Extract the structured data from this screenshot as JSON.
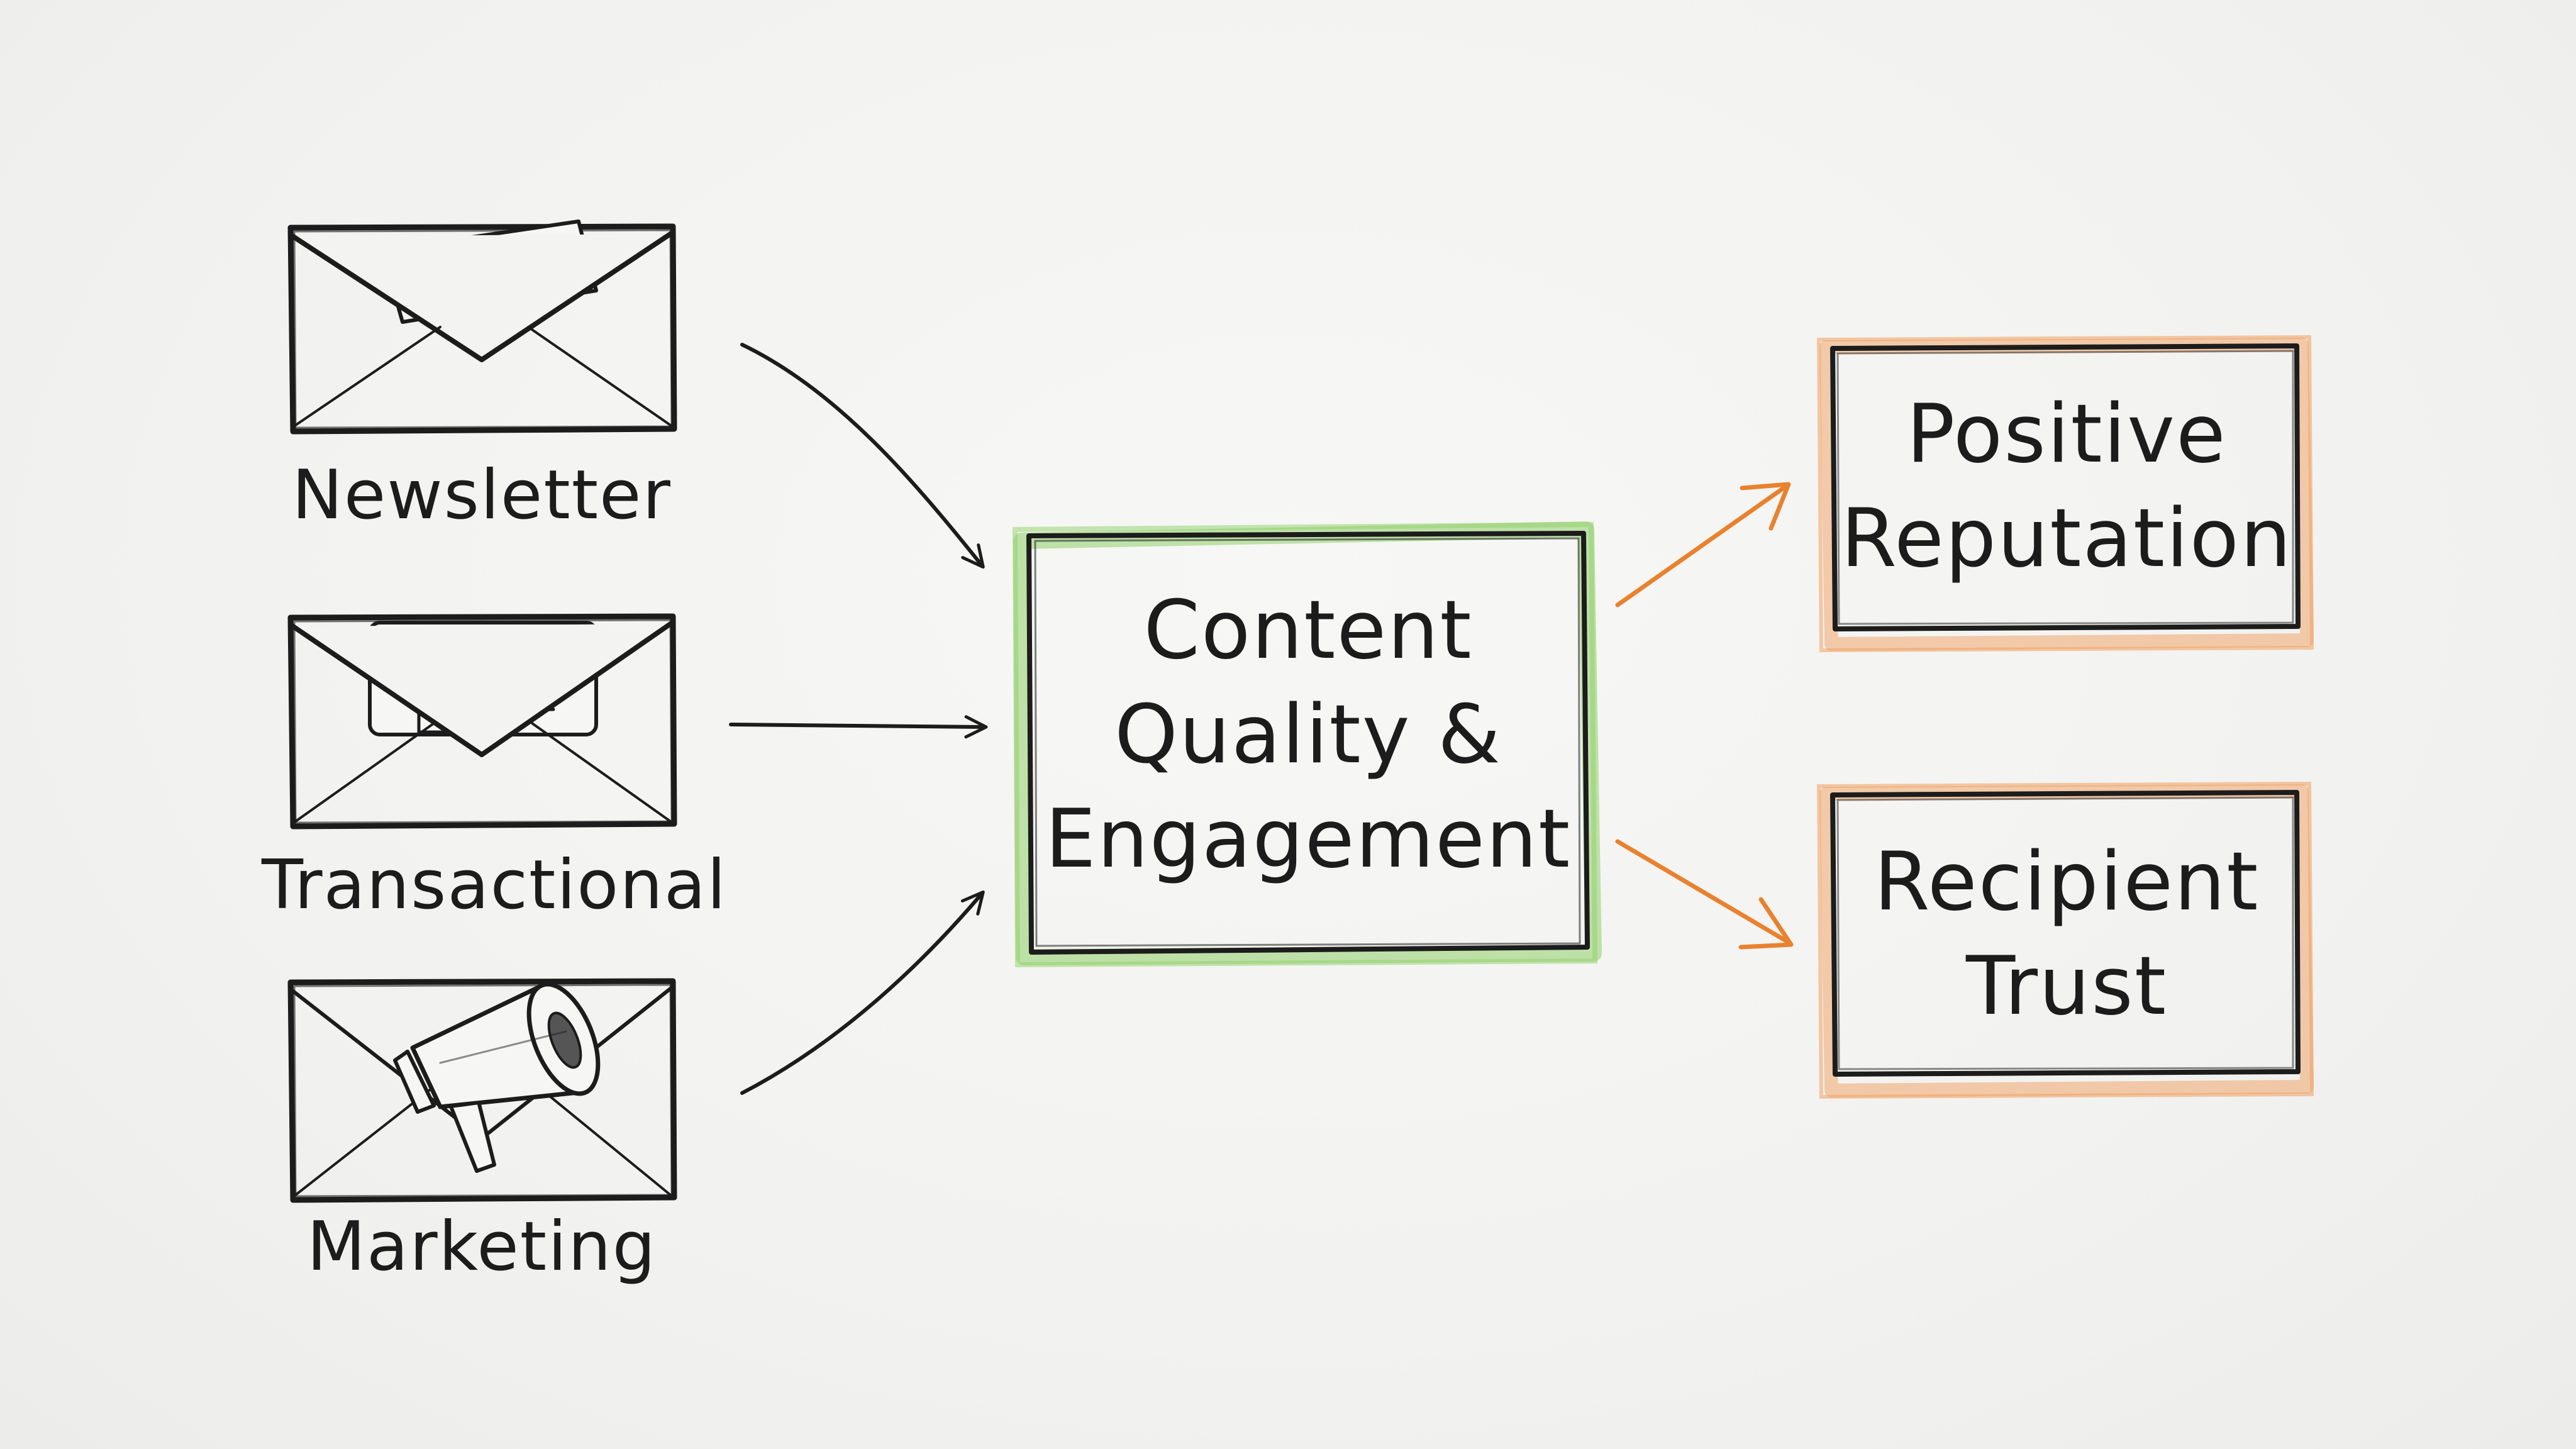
{
  "diagram": {
    "sources": [
      {
        "id": "newsletter",
        "label": "Newsletter",
        "icon": "newsletter-envelope-icon"
      },
      {
        "id": "transactional",
        "label": "Transactional",
        "icon": "receipt-envelope-icon"
      },
      {
        "id": "marketing",
        "label": "Marketing",
        "icon": "megaphone-envelope-icon"
      }
    ],
    "center": {
      "line1": "Content",
      "line2": "Quality &",
      "line3": "Engagement",
      "border_color": "#8fcf6a"
    },
    "outcomes": [
      {
        "id": "positive-reputation",
        "line1": "Positive",
        "line2": "Reputation"
      },
      {
        "id": "recipient-trust",
        "line1": "Recipient",
        "line2": "Trust"
      }
    ],
    "colors": {
      "ink": "#1c1c1c",
      "accent_green": "#8fcf6a",
      "accent_orange": "#f0a060",
      "arrow_orange": "#e8822e",
      "background": "#f3f3f1"
    }
  }
}
